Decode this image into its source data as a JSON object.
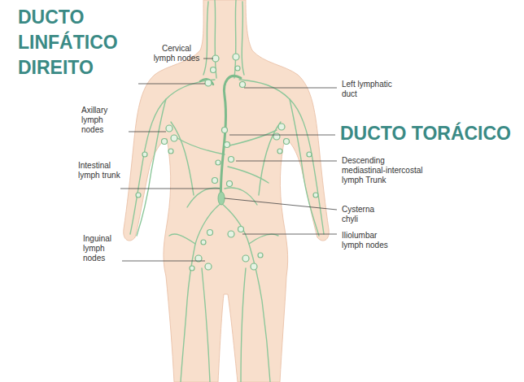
{
  "diagram": {
    "labels": [
      "DUCTO LINFÁTICO DIREITO",
      "Cervical lymph nodes",
      "Left lymphatic duct",
      "DUCTO TORÁCICO",
      "Axillary lymph nodes",
      "Descending mediastinal-intercostal lymph Trunk",
      "Intestinal lymph trunk",
      "Cysterna chyli",
      "Iliolumbar lymph nodes",
      "Inguinal lymph nodes"
    ]
  }
}
